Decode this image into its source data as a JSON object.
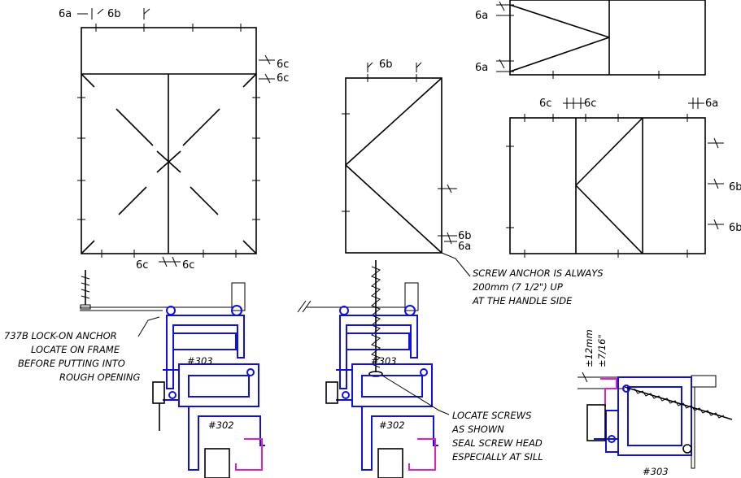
{
  "labels": {
    "dim_6a": "6a",
    "dim_6b": "6b",
    "dim_6c": "6c",
    "dim_6b_cut": "6b",
    "section_303": "#303",
    "section_302": "#302",
    "dim_12mm": "±12mm",
    "dim_7_16": "±7/16\""
  },
  "notes": {
    "anchor_line1": "737B LOCK-ON ANCHOR",
    "anchor_line2": "LOCATE ON FRAME",
    "anchor_line3": "BEFORE PUTTING INTO",
    "anchor_line4": "ROUGH OPENING",
    "screw_line1": "SCREW ANCHOR IS ALWAYS",
    "screw_line2": "200mm (7 1/2\") UP",
    "screw_line3": "AT THE HANDLE SIDE",
    "locate_line1": "LOCATE SCREWS",
    "locate_line2": "AS SHOWN",
    "locate_line3": "SEAL SCREW HEAD",
    "locate_line4": "ESPECIALLY AT SILL"
  },
  "colors": {
    "profile": "#1010e0",
    "gasket": "#e020c0",
    "lines": "#000000"
  }
}
